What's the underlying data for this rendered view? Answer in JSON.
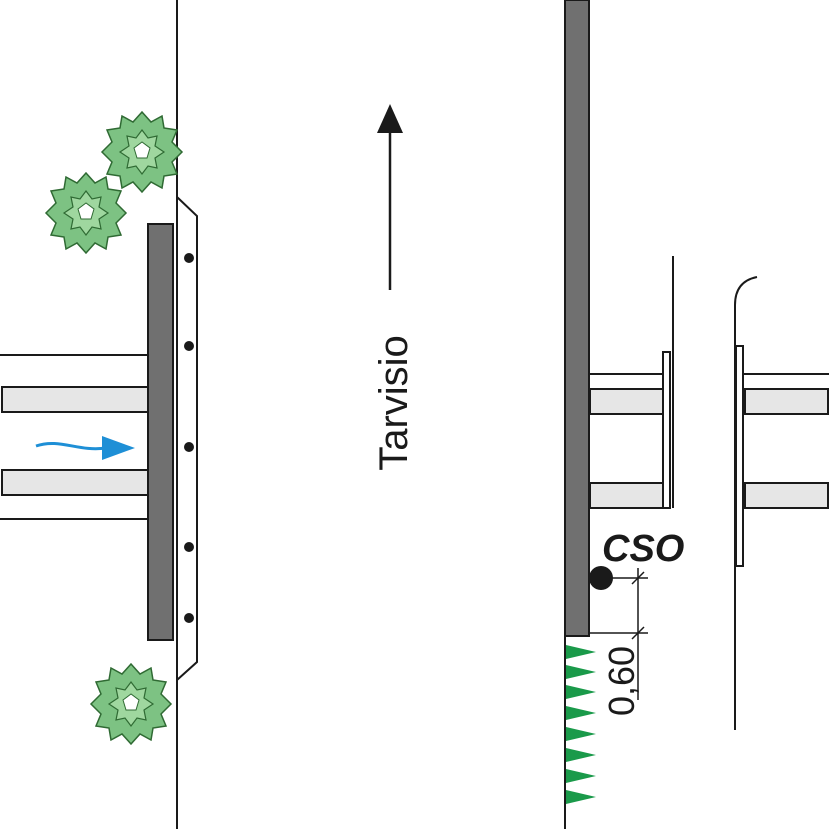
{
  "labels": {
    "direction": "Tarvisio",
    "cso": "CSO",
    "dimension": "0,60"
  },
  "colors": {
    "line": "#1a1a1a",
    "bar": "#707070",
    "lane": "#e6e6e6",
    "flow_arrow": "#1e8fd6",
    "hedge": "#1a9a4a",
    "bush_fill": "#7dc283",
    "bush_stroke": "#2f6a33"
  },
  "icons": {
    "direction_arrow": "arrow-up-icon",
    "flow_arrow": "curved-arrow-right-icon",
    "cso_marker": "filled-circle-icon",
    "vegetation": "bush-icon"
  }
}
